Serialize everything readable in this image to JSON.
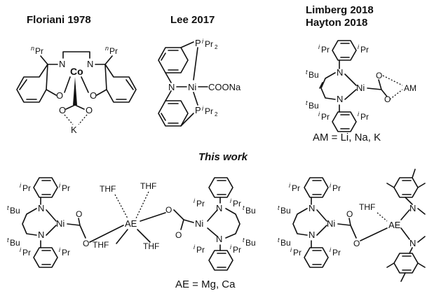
{
  "headings": {
    "floriani": "Floriani  1978",
    "lee": "Lee 2017",
    "limberg": "Limberg 2018",
    "hayton": "Hayton 2018",
    "this_work": "This work"
  },
  "captions": {
    "am_def": "AM = Li, Na, K",
    "ae_def": "AE = Mg, Ca"
  },
  "labels": {
    "co": "Co",
    "n": "N",
    "o": "O",
    "k": "K",
    "ni": "Ni",
    "p": "P",
    "coona": "COONa",
    "am": "AM",
    "ae": "AE",
    "thf": "THF",
    "pr_prefix_n": "n",
    "pr_prefix_i": "i",
    "pr_prefix_t": "t",
    "pr": "Pr",
    "pr2": "Pr",
    "sub2": "2",
    "bu": "Bu"
  }
}
